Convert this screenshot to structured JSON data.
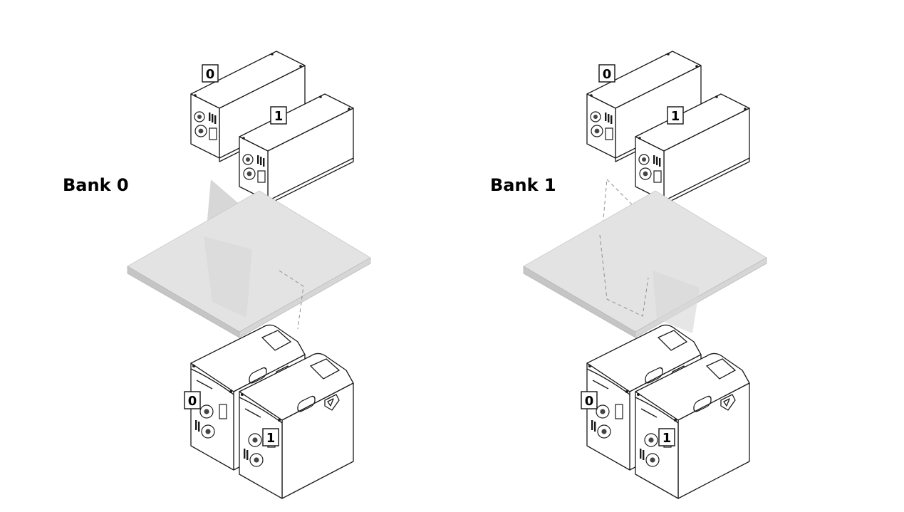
{
  "banks": [
    {
      "label": "Bank 0",
      "active_sensor": "0",
      "top_sensors": [
        {
          "id": "0"
        },
        {
          "id": "1"
        }
      ],
      "bottom_sensors": [
        {
          "id": "0"
        },
        {
          "id": "1"
        }
      ]
    },
    {
      "label": "Bank 1",
      "active_sensor": "1",
      "top_sensors": [
        {
          "id": "0"
        },
        {
          "id": "1"
        }
      ],
      "bottom_sensors": [
        {
          "id": "0"
        },
        {
          "id": "1"
        }
      ]
    }
  ],
  "colors": {
    "outline": "#1a1a1a",
    "part_top": "#e3e3e3",
    "part_front": "#c5c5c5",
    "laser_sheet": "#c9c9c9",
    "background": "#ffffff"
  },
  "icons": [
    "sensor-head-icon",
    "connector-port-icon",
    "logo-emblem-icon"
  ]
}
